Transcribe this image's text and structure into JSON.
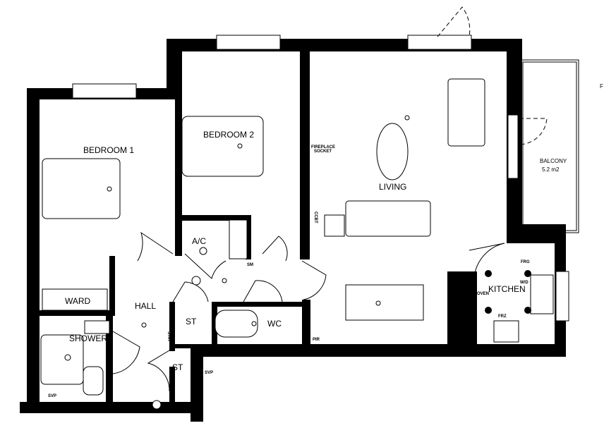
{
  "rooms": {
    "bedroom1": "BEDROOM 1",
    "bedroom2": "BEDROOM 2",
    "living": "LIVING",
    "balcony": "BALCONY",
    "balcony_area": "5.2 m2",
    "kitchen": "KITCHEN",
    "ac": "A/C",
    "hall": "HALL",
    "store1": "ST",
    "store2": "ST",
    "wc": "WC",
    "ward": "WARD",
    "shower": "SHOWER"
  },
  "annotations": {
    "sm": "SM",
    "pir": "PIR",
    "frg": "FRG",
    "wd": "W/D",
    "oven": "OVEN",
    "frz": "FRZ",
    "svp1": "SVP",
    "svp2": "SVP",
    "stat": "STAT",
    "fireplace": "FIREPLACE",
    "socket": "SOCKET",
    "ccbt": "CCBT",
    "edge_f": "F"
  }
}
